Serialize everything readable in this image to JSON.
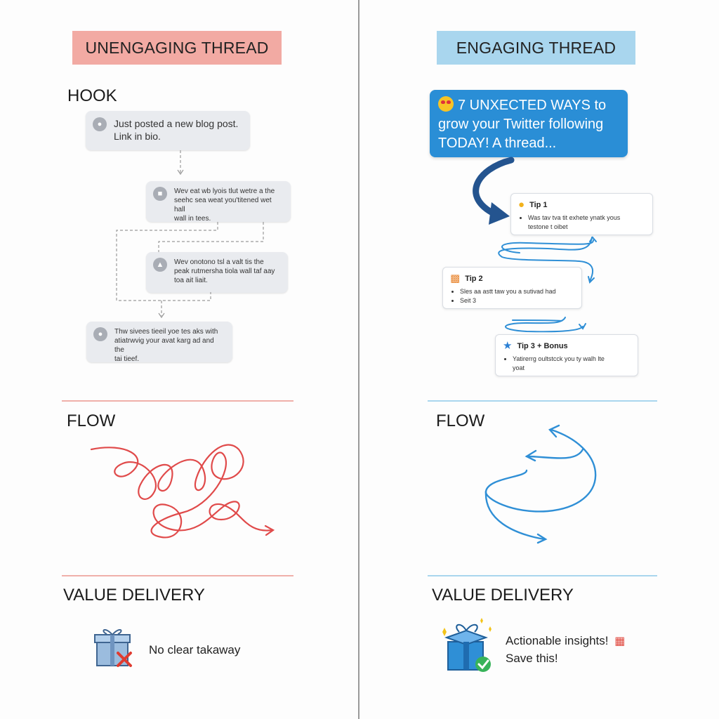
{
  "left": {
    "banner": "UNENGAGING THREAD",
    "hook_title": "HOOK",
    "bubbles": [
      {
        "line1": "Just posted a new blog post.",
        "line2": "Link in bio."
      },
      {
        "line1": "Wev eat wb lyois tlut wetre a the",
        "line2": "seehc sea weat you'titened wet hall",
        "line3": "wall in tees."
      },
      {
        "line1": "Wev onotono tsl a valt tis the",
        "line2": "peak rutmersha tiola wall taf aay",
        "line3": "toa ait liait."
      },
      {
        "line1": "Thw sivees tieeil yoe tes aks with",
        "line2": "atiatrwvig your avat karg ad and the",
        "line3": "tai tieef."
      }
    ],
    "flow_title": "FLOW",
    "value_title": "VALUE DELIVERY",
    "value_text": "No clear takaway"
  },
  "right": {
    "banner": "ENGAGING THREAD",
    "hook_lines": [
      "7 UNXECTED WAYS to",
      "grow your Twitter following",
      "TODAY! A thread..."
    ],
    "tips": [
      {
        "title": "Tip 1",
        "bullets": [
          "Was tav tva tit exhete ynatk yous",
          "testone t oibet"
        ]
      },
      {
        "title": "Tip 2",
        "bullets": [
          "Sles aa astt taw you a sutivad had",
          "Seit 3"
        ]
      },
      {
        "title": "Tip 3 + Bonus",
        "bullets": [
          "Yatirerrg oultstcck you ty walh lte",
          "yoat"
        ]
      }
    ],
    "flow_title": "FLOW",
    "value_title": "VALUE DELIVERY",
    "value_line1": "Actionable insights!",
    "value_line2": "Save this!"
  },
  "colors": {
    "red_banner": "#f2aaa3",
    "blue_banner": "#a9d6ee",
    "hook_blue": "#2a8ed6",
    "tangle_red": "#e04a4a",
    "flow_blue": "#2f8fd6"
  },
  "icons": {
    "tip1": "lightbulb-icon",
    "tip2": "bar-chart-icon",
    "tip3": "star-icon",
    "left_value": "gift-box-with-x-icon",
    "right_value": "gift-box-with-check-icon"
  }
}
